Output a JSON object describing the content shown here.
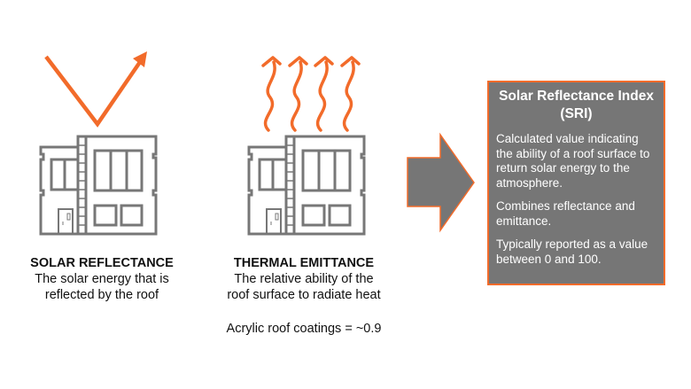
{
  "colors": {
    "accent": "#f26b2a",
    "building": "#777777",
    "box": "#767676"
  },
  "solar_reflectance": {
    "heading": "SOLAR REFLECTANCE",
    "lines": [
      "The solar energy that is",
      "reflected by the roof"
    ]
  },
  "thermal_emittance": {
    "heading": "THERMAL EMITTANCE",
    "lines": [
      "The relative ability of the",
      "roof surface to radiate heat"
    ],
    "note": "Acrylic roof coatings = ~0.9"
  },
  "sri": {
    "title_line1": "Solar Reflectance Index",
    "title_line2": "(SRI)",
    "paragraphs": [
      "Calculated value indicating the ability of a roof surface to return solar energy to the atmosphere.",
      "Combines reflectance and emittance.",
      "Typically reported as a value between 0 and 100."
    ]
  }
}
